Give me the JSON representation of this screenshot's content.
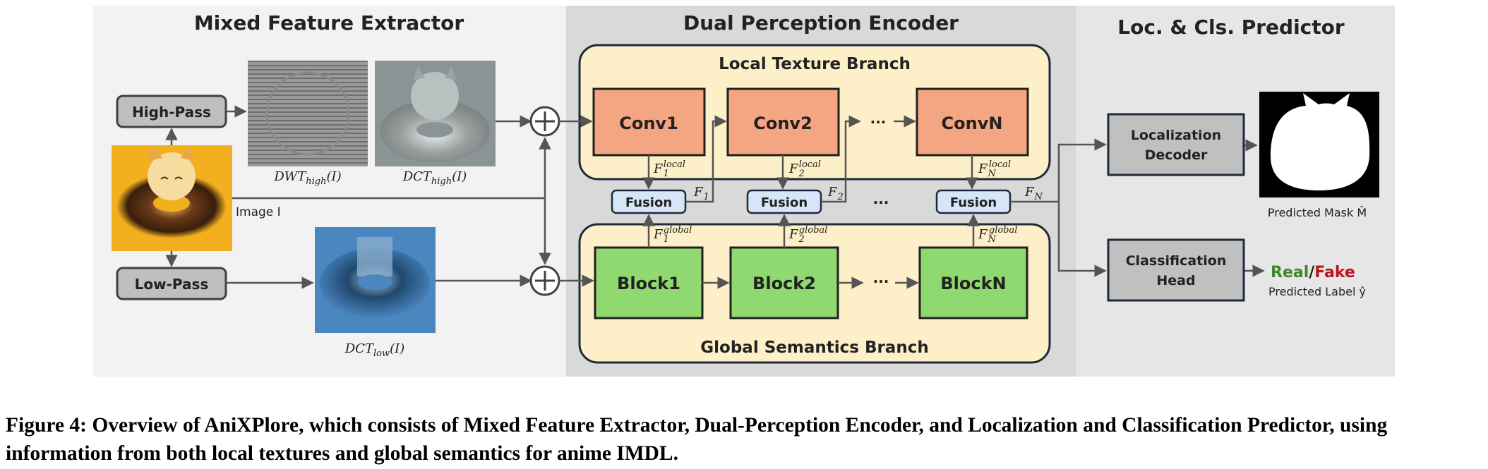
{
  "sections": {
    "extractor_title": "Mixed Feature Extractor",
    "encoder_title": "Dual Perception Encoder",
    "predictor_title": "Loc. & Cls. Predictor"
  },
  "extractor": {
    "high_pass": "High-Pass",
    "low_pass": "Low-Pass",
    "image_label": "Image I",
    "dwt_high": "DWT",
    "dwt_high_sub": "high",
    "dwt_high_arg": "(I)",
    "dct_high": "DCT",
    "dct_high_sub": "high",
    "dct_high_arg": "(I)",
    "dct_low": "DCT",
    "dct_low_sub": "low",
    "dct_low_arg": "(I)"
  },
  "encoder": {
    "local_branch": "Local Texture Branch",
    "global_branch": "Global Semantics Branch",
    "conv": [
      "Conv1",
      "Conv2",
      "ConvN"
    ],
    "block": [
      "Block1",
      "Block2",
      "BlockN"
    ],
    "fusion": "Fusion",
    "ellipsis": "···",
    "f_sym": "F",
    "local_sup": "local",
    "global_sup": "global",
    "subs": [
      "1",
      "2",
      "N"
    ]
  },
  "predictor": {
    "loc_decoder": [
      "Localization",
      "Decoder"
    ],
    "cls_head": [
      "Classification",
      "Head"
    ],
    "mask_label": "Predicted Mask M̂",
    "real": "Real",
    "slash": "/",
    "fake": "Fake",
    "label_text": "Predicted Label ŷ"
  },
  "colors": {
    "conv_fill": "#f4a582",
    "block_fill": "#90d870",
    "branch_fill": "#fdf0c8",
    "fusion_fill": "#d6e6f8",
    "predictor_box": "#c0c0c0",
    "real": "#3a8a2a",
    "fake": "#c0141c"
  },
  "caption": "Figure 4: Overview of AniXPlore, which consists of Mixed Feature Extractor, Dual-Perception Encoder, and Localization and Classification Predictor, using information from both local textures and global semantics for anime IMDL."
}
